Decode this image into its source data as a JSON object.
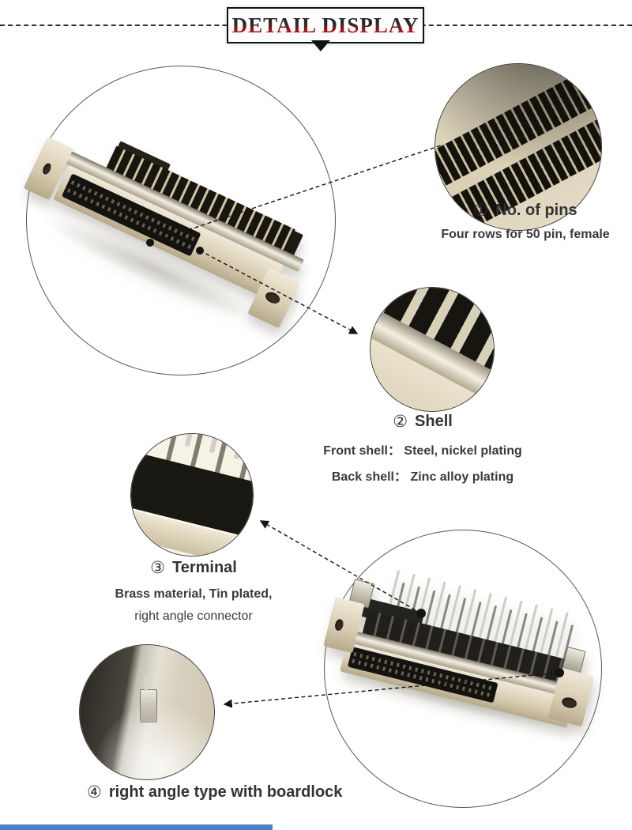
{
  "page": {
    "title": "DETAIL DISPLAY"
  },
  "callouts": {
    "pins": {
      "number": "①",
      "heading": "No. of pins",
      "detail": "Four rows for 50 pin, female"
    },
    "shell": {
      "number": "②",
      "heading": "Shell",
      "front": "Front shell： Steel, nickel plating",
      "back": "Back shell： Zinc alloy plating"
    },
    "terminal": {
      "number": "③",
      "heading": "Terminal",
      "material": "Brass material, Tin plated,",
      "type": "right angle connector"
    },
    "boardlock": {
      "number": "④",
      "heading": "right angle type with boardlock"
    }
  },
  "colors": {
    "title_gradient_top": "#1f1f1f",
    "title_gradient_bottom": "#cc1414",
    "text": "#333333",
    "leader_line": "#141414",
    "shell_beige": "#d9cfb4",
    "nickel": "#e8e4d6",
    "insulator_black": "#1b1913",
    "footer_bar_blue": "#4a80c6"
  }
}
